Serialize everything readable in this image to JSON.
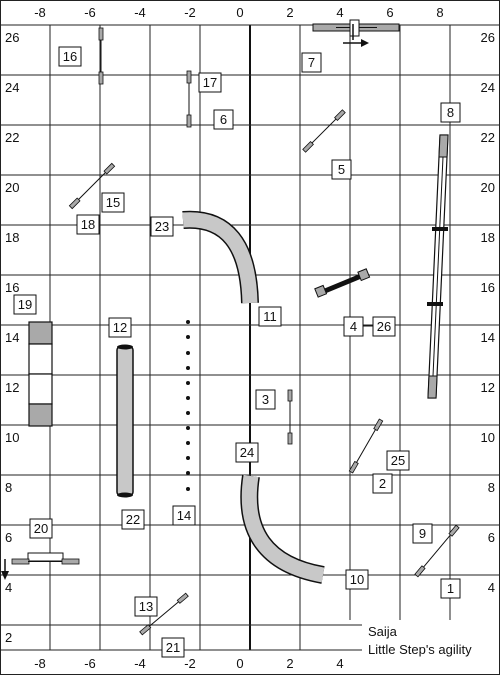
{
  "x_axis": [
    "-8",
    "-6",
    "-4",
    "-2",
    "0",
    "2",
    "4",
    "6",
    "8"
  ],
  "y_axis_left": [
    "26",
    "24",
    "22",
    "20",
    "18",
    "16",
    "14",
    "12",
    "10",
    "8",
    "6",
    "4",
    "2"
  ],
  "y_axis_right": [
    "26",
    "24",
    "22",
    "20",
    "18",
    "16",
    "14",
    "12",
    "10",
    "8",
    "6",
    "4"
  ],
  "numbers": [
    "1",
    "2",
    "3",
    "4",
    "5",
    "6",
    "7",
    "8",
    "9",
    "10",
    "11",
    "12",
    "13",
    "14",
    "15",
    "16",
    "17",
    "18",
    "19",
    "20",
    "21",
    "22",
    "23",
    "24",
    "25",
    "26"
  ],
  "credit": {
    "line1": "Saija",
    "line2": "Little Step's agility"
  },
  "colors": {
    "grid": "#222222",
    "tunnel": "#c8c8c8",
    "equipment": "#a9a9a9",
    "outline": "#111111"
  }
}
